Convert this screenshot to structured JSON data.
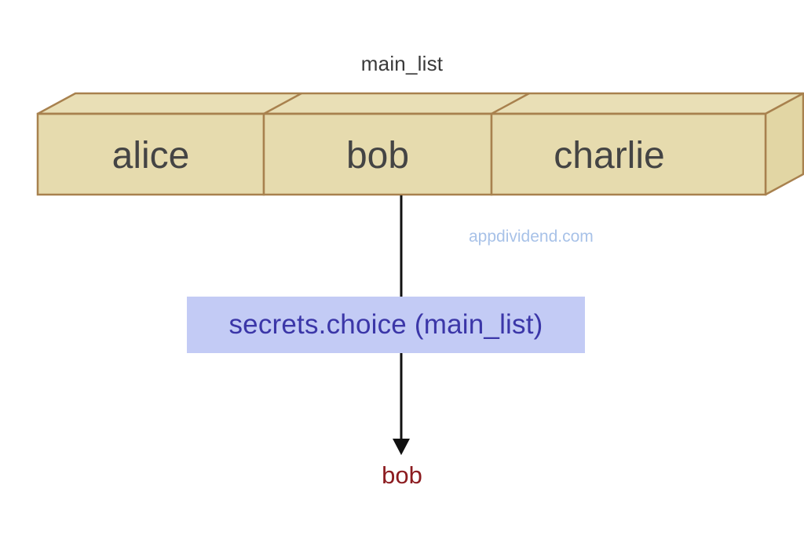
{
  "diagram": {
    "title": "main_list",
    "watermark": "appdividend.com",
    "colors": {
      "box_front_fill": "#e6dbae",
      "box_top_fill": "#e9dfb6",
      "box_side_fill": "#e2d6a4",
      "box_stroke": "#a8814e",
      "cell_text": "#444444",
      "title_text": "#3a3a3a",
      "call_box_fill": "#c3cbf5",
      "call_box_text": "#3b36a8",
      "arrow": "#111111",
      "result_text": "#8c1c20",
      "watermark_text": "#a8c2e8",
      "background": "#ffffff"
    },
    "list_box": {
      "name": "main_list",
      "cells": [
        {
          "index": 0,
          "value": "alice",
          "selected": false
        },
        {
          "index": 1,
          "value": "bob",
          "selected": true
        },
        {
          "index": 2,
          "value": "charlie",
          "selected": false
        }
      ]
    },
    "operation": {
      "label": "secrets.choice (main_list)",
      "source_cell_index": 1
    },
    "result": {
      "value": "bob"
    }
  },
  "chart_data": {
    "type": "diagram",
    "title": "main_list",
    "categories": [
      "alice",
      "bob",
      "charlie"
    ],
    "annotations": [
      "secrets.choice (main_list)",
      "bob",
      "appdividend.com"
    ]
  }
}
